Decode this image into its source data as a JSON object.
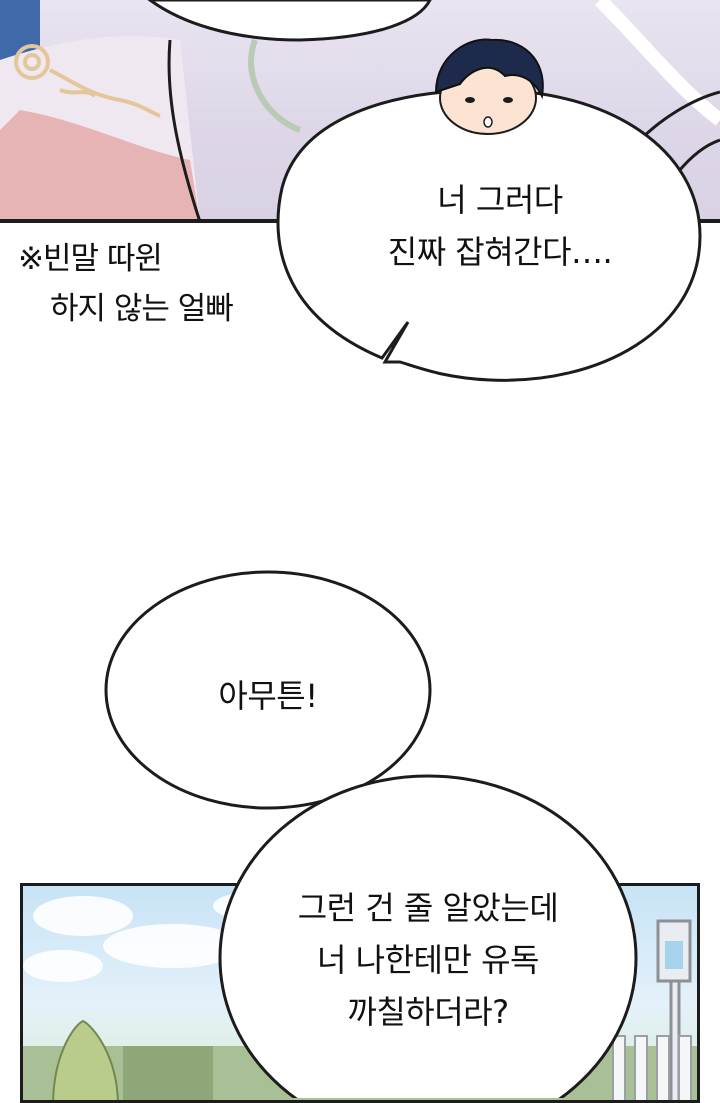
{
  "caption": {
    "line1": "※빈말 따윈",
    "line2": "하지 않는 얼빠"
  },
  "bubbles": [
    {
      "lines": [
        "너 그러다",
        "진짜 잡혀간다…."
      ]
    },
    {
      "lines": [
        "아무튼!"
      ]
    },
    {
      "lines": [
        "그런 건 줄 알았는데",
        "너 나한테만 유독",
        "까칠하더라?"
      ]
    }
  ],
  "colors": {
    "ink": "#1c1c1c",
    "lavender_bg": "#e2dcec",
    "sky": "#c7e3f6",
    "gold_ornament": "#e3c69a"
  }
}
